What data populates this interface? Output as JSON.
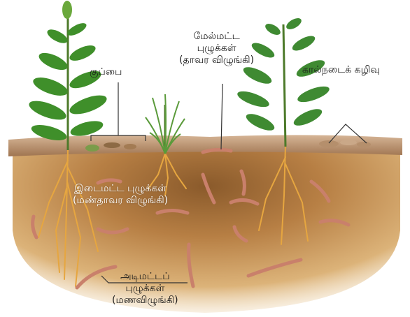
{
  "labels": {
    "litter": "குப்பை",
    "surface_line1": "மேல்மட்ட",
    "surface_line2": "புழுக்கள்",
    "surface_line3": "(தாவர விழுங்கி)",
    "cast": "கால்நடைக் கழிவு",
    "middle_line1": "இடைமட்ட புழுக்கள்",
    "middle_line2": "(மண்தாவர விழுங்கி)",
    "deep_line1": "அடிமட்டப்",
    "deep_line2": "புழுக்கள்",
    "deep_line3": "(மணவிழுங்கி)"
  },
  "colors": {
    "soil_top": "#8a5a2b",
    "soil_bottom": "#e9c48c",
    "surface_layer": "#c9a27d",
    "leaf": "#3f8f2a",
    "root": "#e6a640",
    "worm": "#c9806b"
  }
}
